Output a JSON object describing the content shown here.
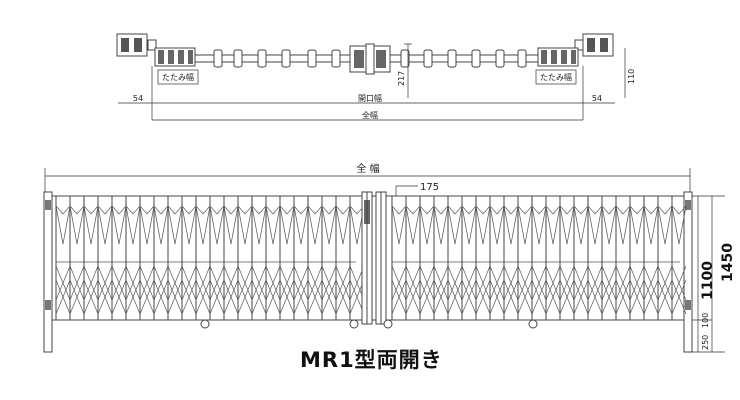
{
  "plan_view": {
    "fold_width_left": "たたみ幅",
    "fold_width_right": "たたみ幅",
    "opening_width": "開口幅",
    "total_width": "全幅",
    "left_offset": "54",
    "right_offset": "54",
    "depth_217": "217",
    "depth_110": "110"
  },
  "elevation_view": {
    "total_width": "全 幅",
    "gap_175": "175",
    "height_1100": "1100",
    "height_1450": "1450",
    "dim_250": "250",
    "dim_100": "100"
  },
  "caption": "MR1型両開き"
}
